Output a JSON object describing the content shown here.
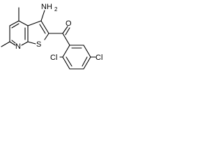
{
  "atoms": {
    "amine_n": "NH",
    "amine_sub": "2",
    "carbonyl_o": "O",
    "ring_s": "S",
    "ring_n": "N",
    "cl_ortho": "Cl",
    "cl_para": "Cl"
  },
  "colors": {
    "bond": "#000000",
    "text": "#000000",
    "background": "#ffffff"
  }
}
